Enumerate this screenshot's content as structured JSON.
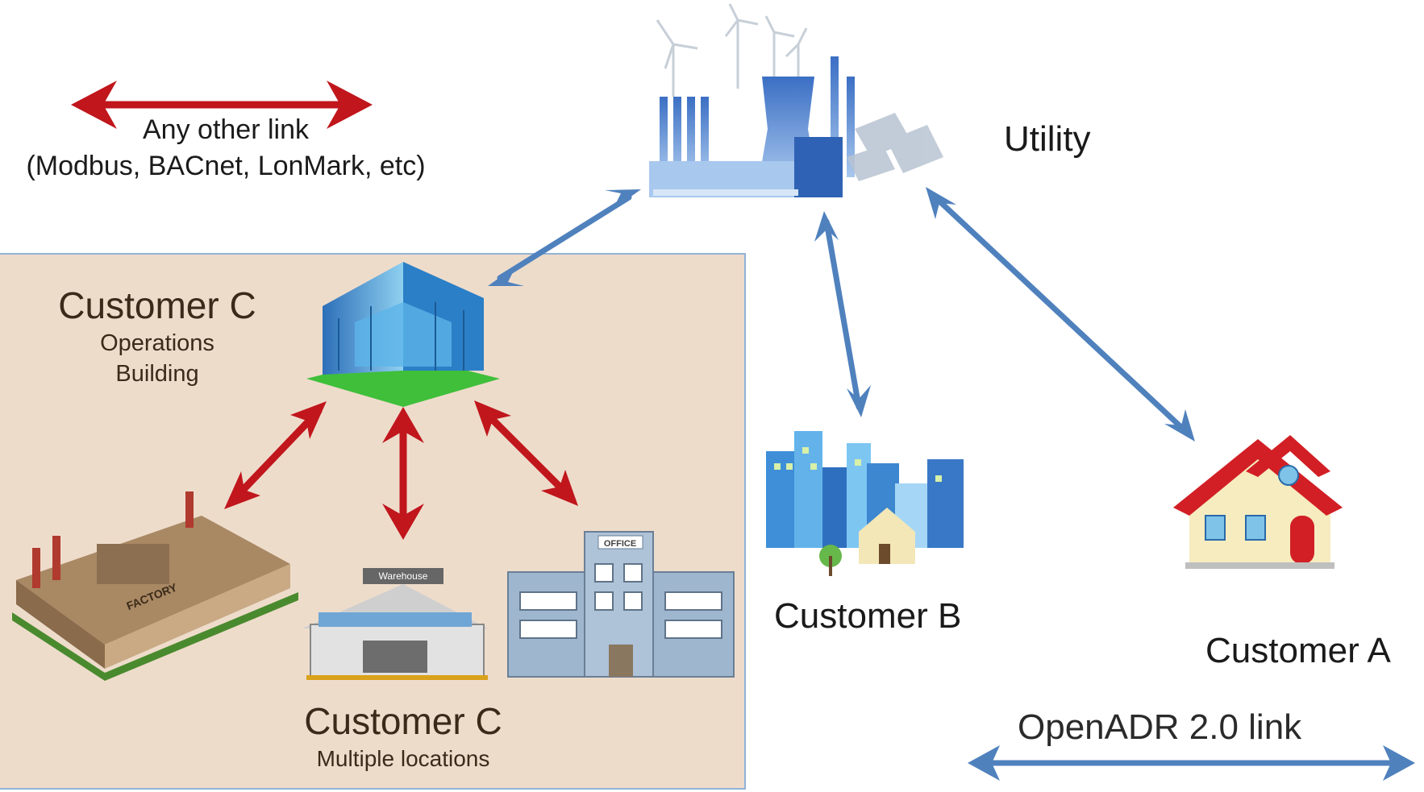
{
  "legend": {
    "other_link_line1": "Any other link",
    "other_link_line2": "(Modbus, BACnet, LonMark, etc)",
    "openadr_link": "OpenADR 2.0 link",
    "other_link_color": "#c0161c",
    "openadr_color": "#4f81bd"
  },
  "nodes": {
    "utility": {
      "label": "Utility",
      "icon": "power-plant-icon"
    },
    "customer_b": {
      "label": "Customer B",
      "icon": "city-buildings-icon"
    },
    "customer_a": {
      "label": "Customer A",
      "icon": "house-icon"
    },
    "customer_c_ops": {
      "title": "Customer C",
      "line1": "Operations",
      "line2": "Building",
      "icon": "office-tower-icon"
    },
    "customer_c_sites": {
      "title": "Customer C",
      "subtitle": "Multiple locations"
    },
    "factory": {
      "sign": "FACTORY",
      "icon": "factory-icon"
    },
    "warehouse": {
      "sign": "Warehouse",
      "icon": "warehouse-icon"
    },
    "office": {
      "sign": "OFFICE",
      "icon": "office-building-icon"
    }
  }
}
